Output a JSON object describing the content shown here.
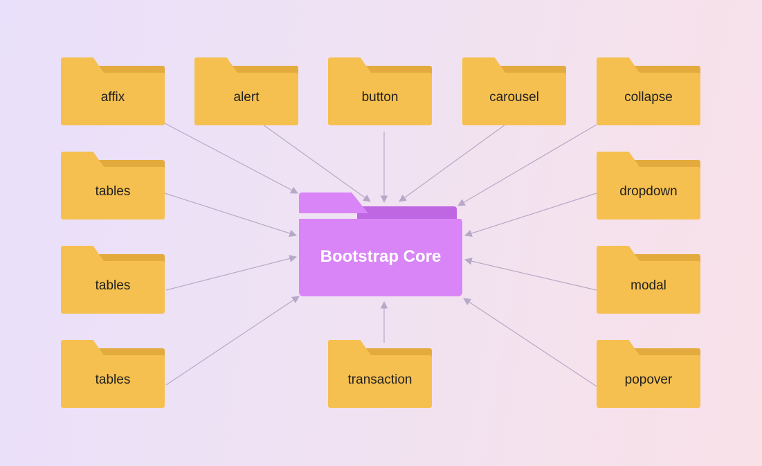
{
  "core": {
    "label": "Bootstrap Core"
  },
  "folders": [
    {
      "id": "affix",
      "label": "affix"
    },
    {
      "id": "alert",
      "label": "alert"
    },
    {
      "id": "button",
      "label": "button"
    },
    {
      "id": "carousel",
      "label": "carousel"
    },
    {
      "id": "collapse",
      "label": "collapse"
    },
    {
      "id": "tables-1",
      "label": "tables"
    },
    {
      "id": "dropdown",
      "label": "dropdown"
    },
    {
      "id": "tables-2",
      "label": "tables"
    },
    {
      "id": "modal",
      "label": "modal"
    },
    {
      "id": "tables-3",
      "label": "tables"
    },
    {
      "id": "transaction",
      "label": "transaction"
    },
    {
      "id": "popover",
      "label": "popover"
    }
  ],
  "colors": {
    "folder": "#f5c04f",
    "folder_back": "#e3ab3e",
    "core": "#d985f7",
    "core_back": "#bf66e3",
    "arrow": "#b7a9c6"
  }
}
